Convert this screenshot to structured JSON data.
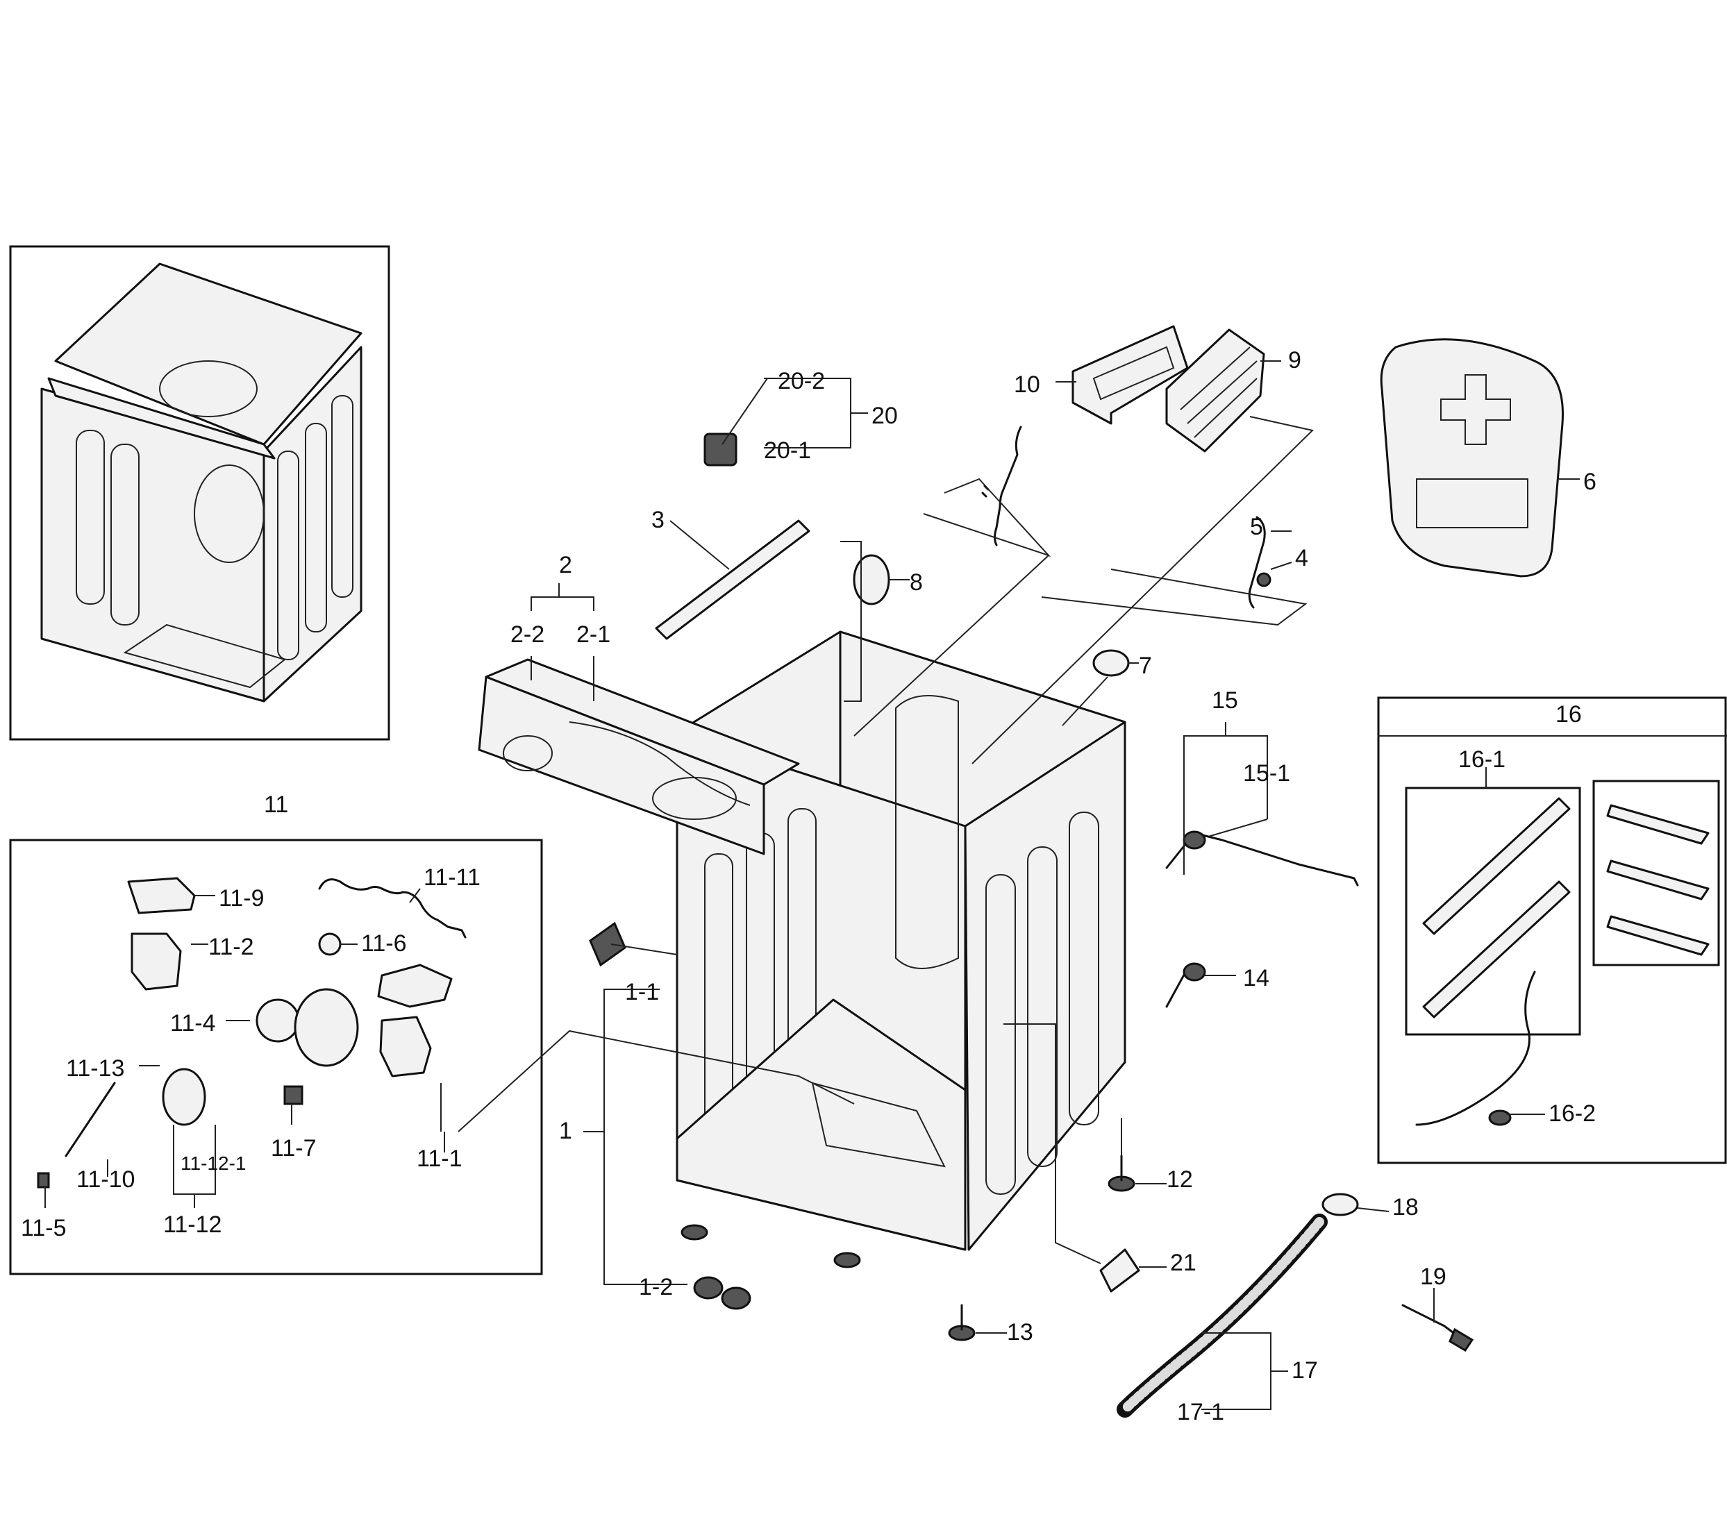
{
  "callouts": {
    "c1": "1",
    "c1_1": "1-1",
    "c1_2": "1-2",
    "c2": "2",
    "c2_1": "2-1",
    "c2_2": "2-2",
    "c3": "3",
    "c4": "4",
    "c5": "5",
    "c6": "6",
    "c7": "7",
    "c8": "8",
    "c9": "9",
    "c10": "10",
    "c11": "11",
    "c11_1": "11-1",
    "c11_2": "11-2",
    "c11_4": "11-4",
    "c11_5": "11-5",
    "c11_6": "11-6",
    "c11_7": "11-7",
    "c11_9": "11-9",
    "c11_10": "11-10",
    "c11_11": "11-11",
    "c11_12": "11-12",
    "c11_12_1": "11-12-1",
    "c11_13": "11-13",
    "c12": "12",
    "c13": "13",
    "c14": "14",
    "c15": "15",
    "c15_1": "15-1",
    "c16": "16",
    "c16_1": "16-1",
    "c16_2": "16-2",
    "c17": "17",
    "c17_1": "17-1",
    "c18": "18",
    "c19": "19",
    "c20": "20",
    "c20_1": "20-1",
    "c20_2": "20-2",
    "c21": "21"
  }
}
